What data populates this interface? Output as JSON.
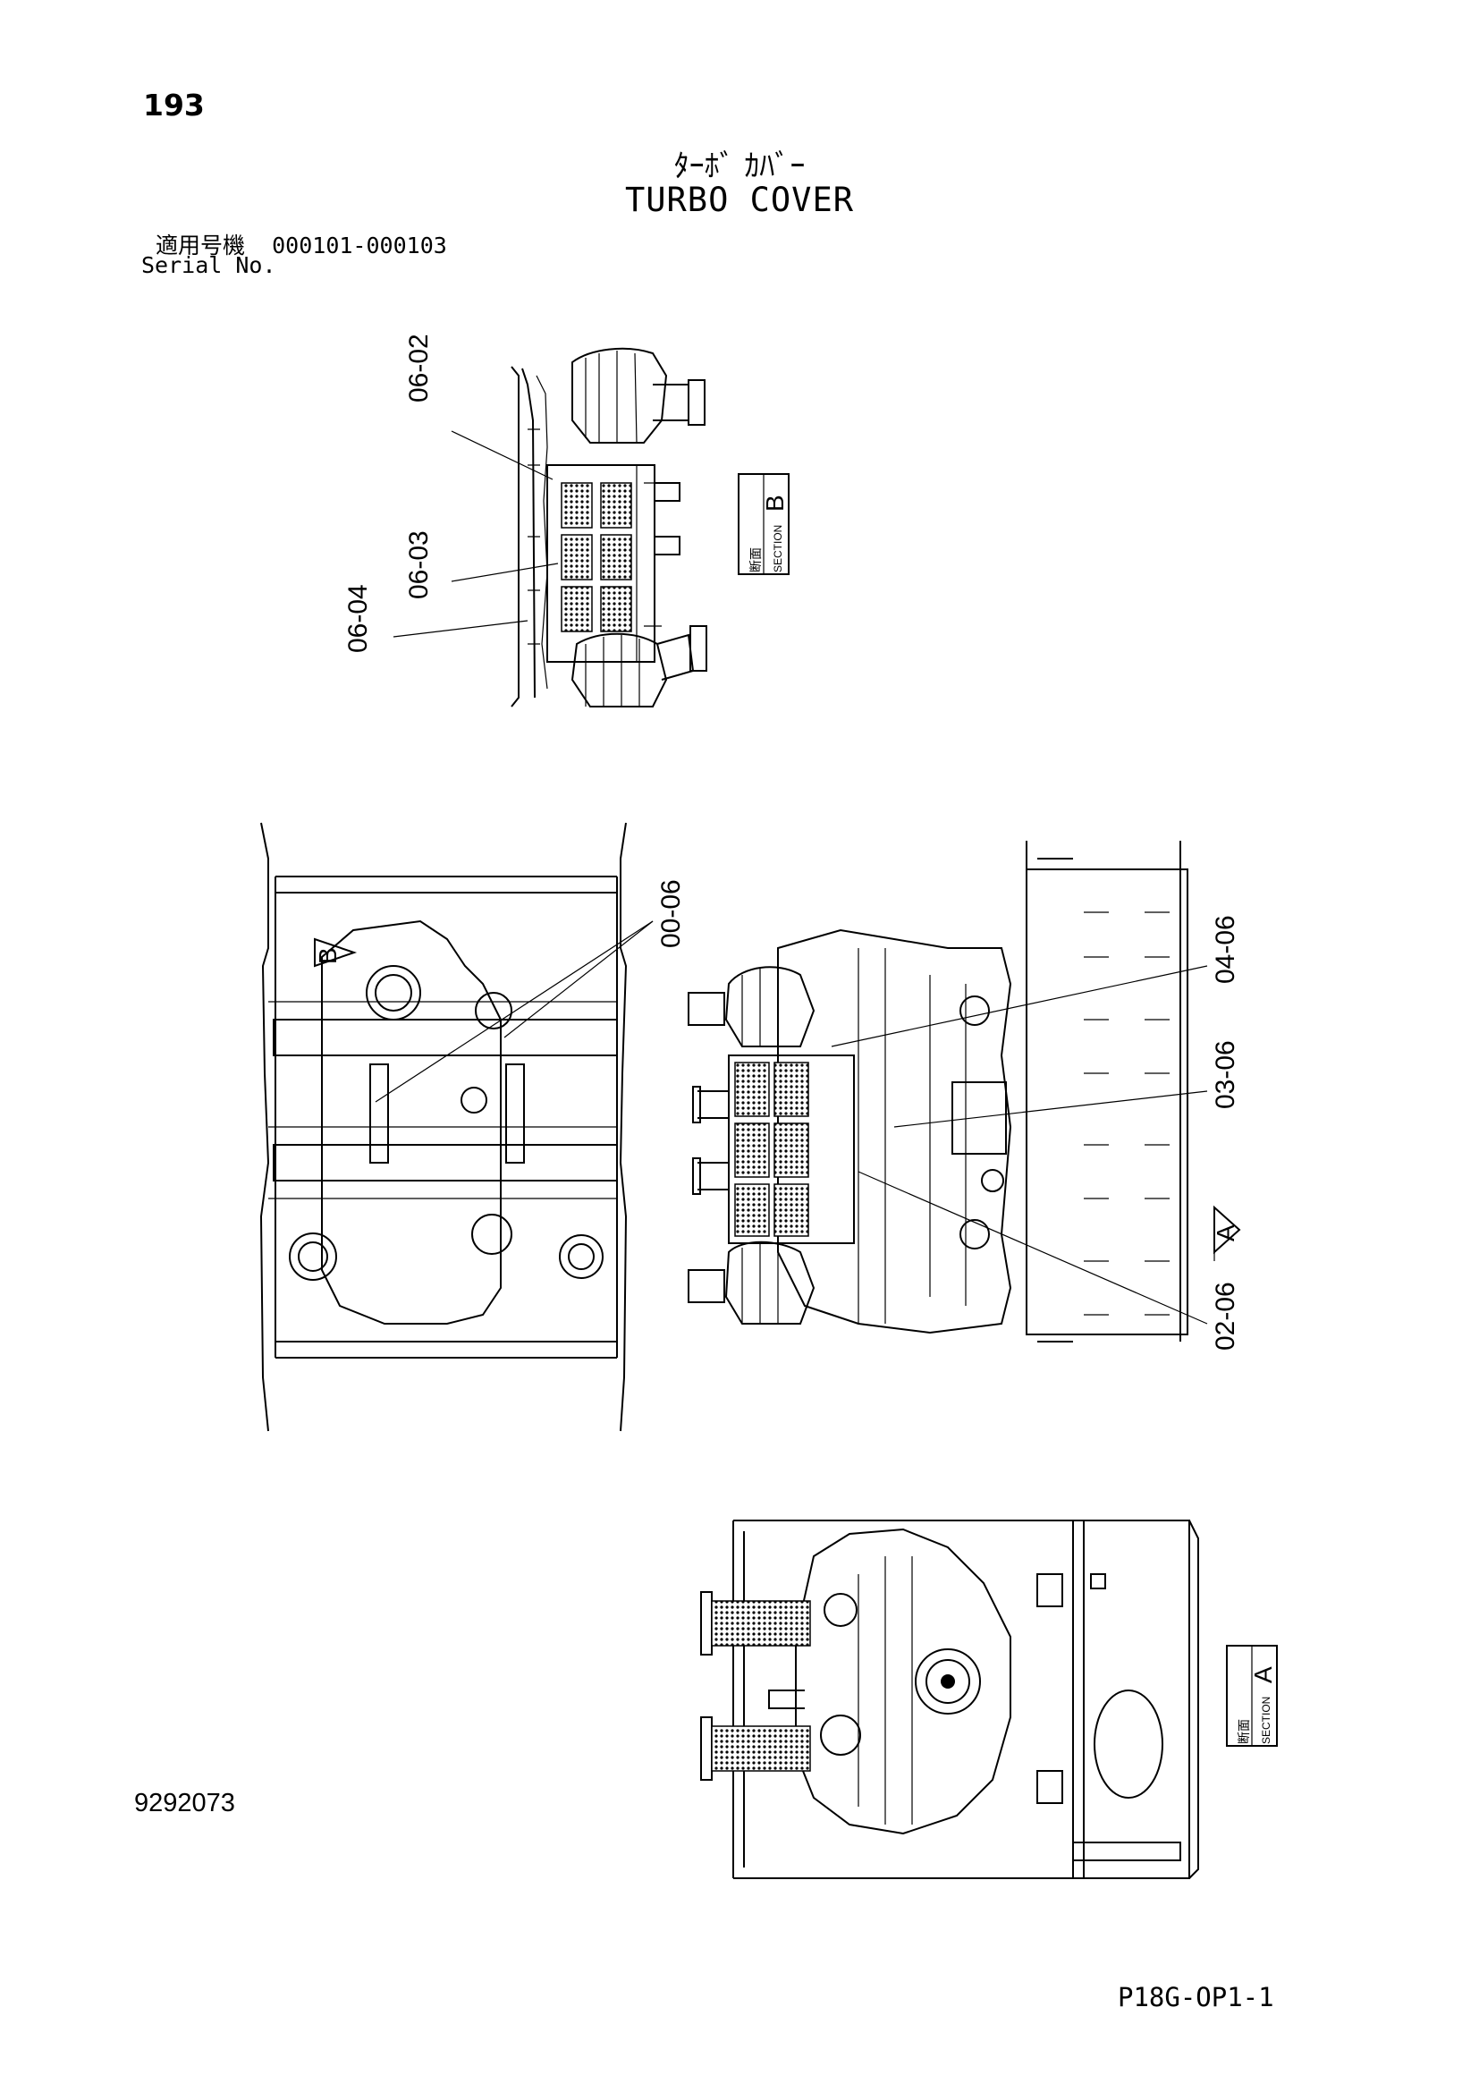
{
  "header": {
    "page_number": "193",
    "title_jp": "ﾀｰﾎﾞ ｶﾊﾞｰ",
    "title_en": "TURBO COVER",
    "serial_label_jp": "適用号機",
    "serial_range": "000101-000103",
    "serial_label_en": "Serial No."
  },
  "footer": {
    "doc_number": "9292073",
    "sheet_code": "P18G-OP1-1"
  },
  "views": {
    "section_b": {
      "marker_letter": "B",
      "marker_jp": "断面",
      "marker_en": "SECTION",
      "callouts": [
        {
          "line1": "06",
          "line2": "02"
        },
        {
          "line1": "06",
          "line2": "03"
        },
        {
          "line1": "06",
          "line2": "04"
        }
      ]
    },
    "plan_view": {
      "view_marker_b": "B",
      "view_marker_a": "A",
      "callouts": [
        {
          "line1": "00",
          "line2": "06"
        },
        {
          "line1": "04",
          "line2": "06"
        },
        {
          "line1": "03",
          "line2": "06"
        },
        {
          "line1": "02",
          "line2": "06"
        }
      ]
    },
    "section_a": {
      "marker_letter": "A",
      "marker_jp": "断面",
      "marker_en": "SECTION"
    }
  }
}
